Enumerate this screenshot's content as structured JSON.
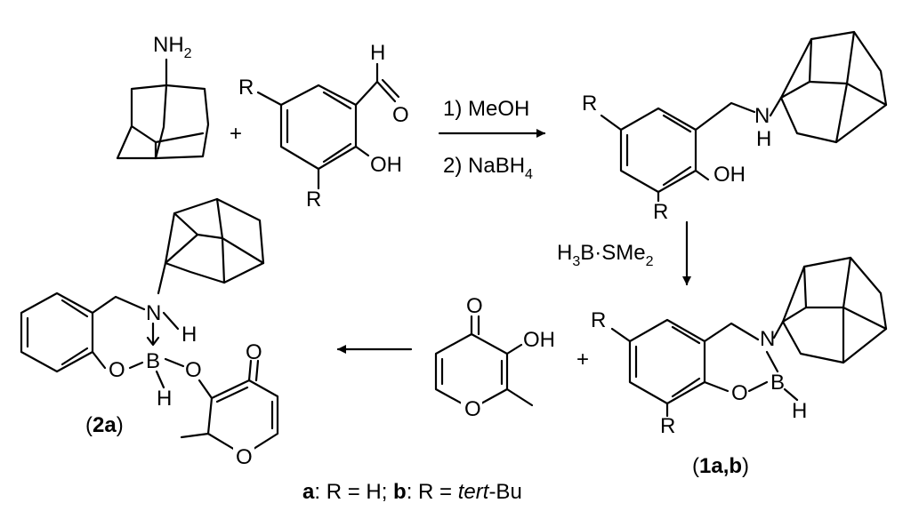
{
  "scheme": {
    "reagents": {
      "step1": "1) MeOH",
      "step2_prefix": "2) NaBH",
      "step2_sub": "4",
      "borane_h": "H",
      "borane_h_sub": "3",
      "borane_b": "B",
      "borane_dot": "·",
      "borane_s": "SMe",
      "borane_s_sub": "2"
    },
    "atoms": {
      "n": "N",
      "h": "H",
      "nh2_n": "NH",
      "nh2_sub": "2",
      "oh": "OH",
      "o": "O",
      "b": "B",
      "r": "R"
    },
    "plus": "+",
    "labels": {
      "compound_2a_open": "(",
      "compound_2a": "2a",
      "compound_2a_close": ")",
      "compound_1ab_open": "(",
      "compound_1ab": "1a,b",
      "compound_1ab_close": ")"
    },
    "legend": {
      "a": "a",
      "a_text": ": R = H; ",
      "b": "b",
      "b_text": ": R = ",
      "tert": "tert",
      "bu": "-Bu"
    }
  }
}
